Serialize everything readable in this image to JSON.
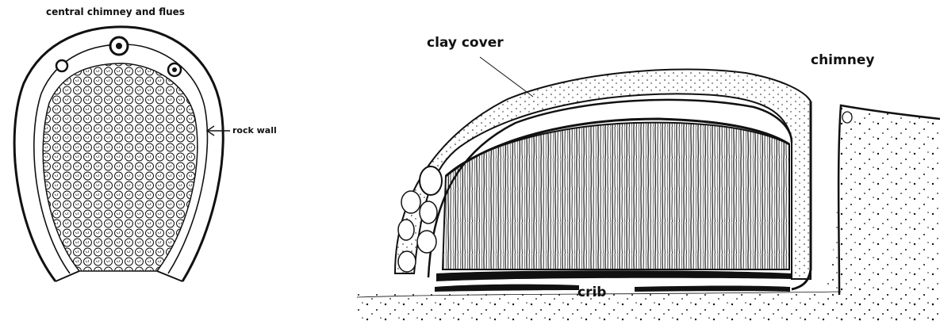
{
  "labels": {
    "chimney_flues": "central chimney and flues",
    "rock_wall": "rock wall",
    "clay_cover": "clay cover",
    "chimney": "chimney",
    "crib": "crib"
  },
  "colors": {
    "ink": "#111111",
    "background": "#ffffff"
  }
}
